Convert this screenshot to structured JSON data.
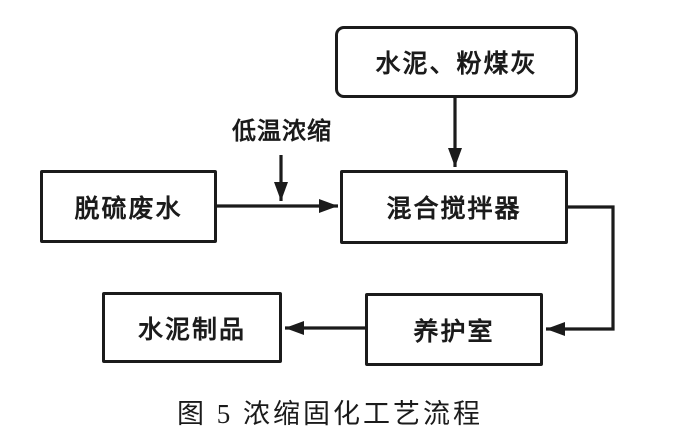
{
  "diagram": {
    "type": "flowchart",
    "caption": "图 5 浓缩固化工艺流程",
    "annotation": {
      "label": "低温浓缩"
    },
    "nodes": [
      {
        "id": "cement-flyash",
        "label": "水泥、粉煤灰"
      },
      {
        "id": "desulfurization-wastewater",
        "label": "脱硫废水"
      },
      {
        "id": "mixer",
        "label": "混合搅拌器"
      },
      {
        "id": "curing-room",
        "label": "养护室"
      },
      {
        "id": "cement-products",
        "label": "水泥制品"
      }
    ],
    "edges": [
      {
        "from": "cement-flyash",
        "to": "mixer"
      },
      {
        "from": "desulfurization-wastewater",
        "to": "mixer",
        "annotation": "低温浓缩"
      },
      {
        "from": "mixer",
        "to": "curing-room"
      },
      {
        "from": "curing-room",
        "to": "cement-products"
      }
    ],
    "colors": {
      "line": "#1b1b1b",
      "background": "#ffffff",
      "text": "#1b1b1b"
    }
  }
}
